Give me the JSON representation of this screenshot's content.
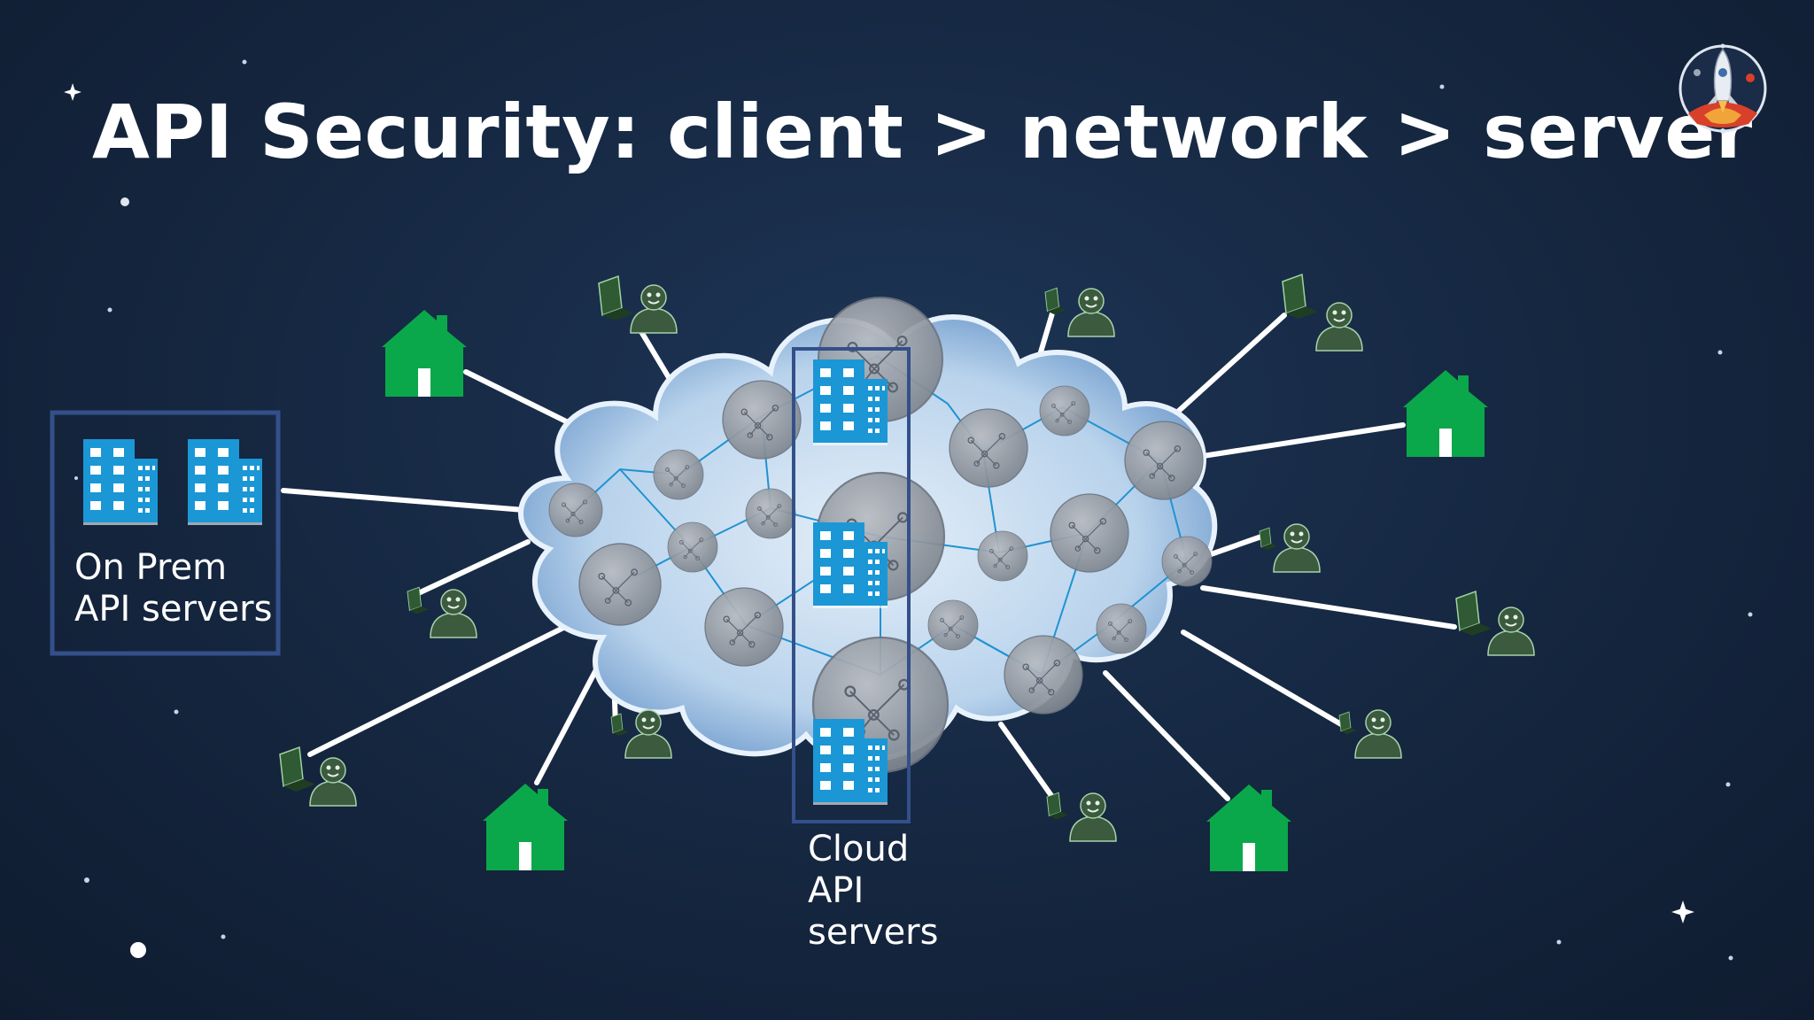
{
  "slide": {
    "title": "API Security: client > network > server"
  },
  "on_prem": {
    "caption_lines": [
      "On Prem",
      "API servers"
    ]
  },
  "cloud": {
    "caption_lines": [
      "Cloud",
      "API",
      "servers"
    ]
  },
  "colors": {
    "background": "#15263f",
    "house": "#0aa84a",
    "building": "#1b97d6",
    "box_border": "#34508a",
    "person": "#3b5a3e",
    "link": "#ffffff",
    "cloud": "#b9d3ec"
  },
  "icons": [
    "house-icon",
    "building-icon",
    "person-with-laptop-icon",
    "network-node-icon",
    "rocket-logo-icon",
    "star-icon"
  ]
}
